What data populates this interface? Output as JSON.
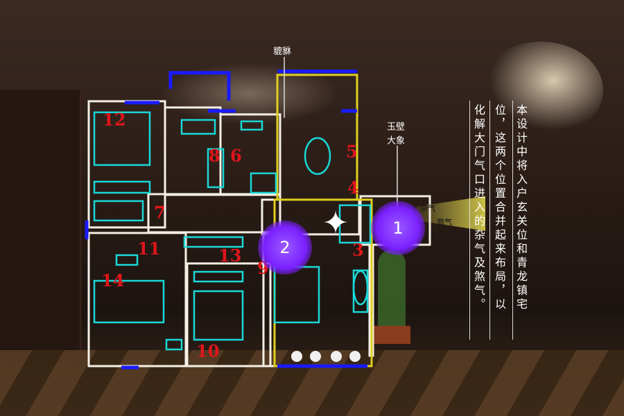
{
  "labels": {
    "pixiu": "貔貅",
    "jade_wall": "玉壁",
    "elephant": "大象",
    "za_qi": "杂气",
    "sha_qi": "煞气"
  },
  "circles": [
    "1",
    "2"
  ],
  "room_numbers": [
    "12",
    "8",
    "6",
    "5",
    "4",
    "7",
    "11",
    "13",
    "3",
    "9",
    "14",
    "10"
  ],
  "text_columns": [
    "本设计中将入户玄关位和青龙镇宅",
    "位，这两个位置合并起来布局，以",
    "化解大门气口进入的杂气及煞气。"
  ],
  "colors": {
    "wall": "#f5f0e6",
    "blue": "#1a1aff",
    "cyan": "#1ad8d8",
    "yellow": "#e0d020",
    "red": "#e0151b",
    "purple": "#8a2be2"
  }
}
